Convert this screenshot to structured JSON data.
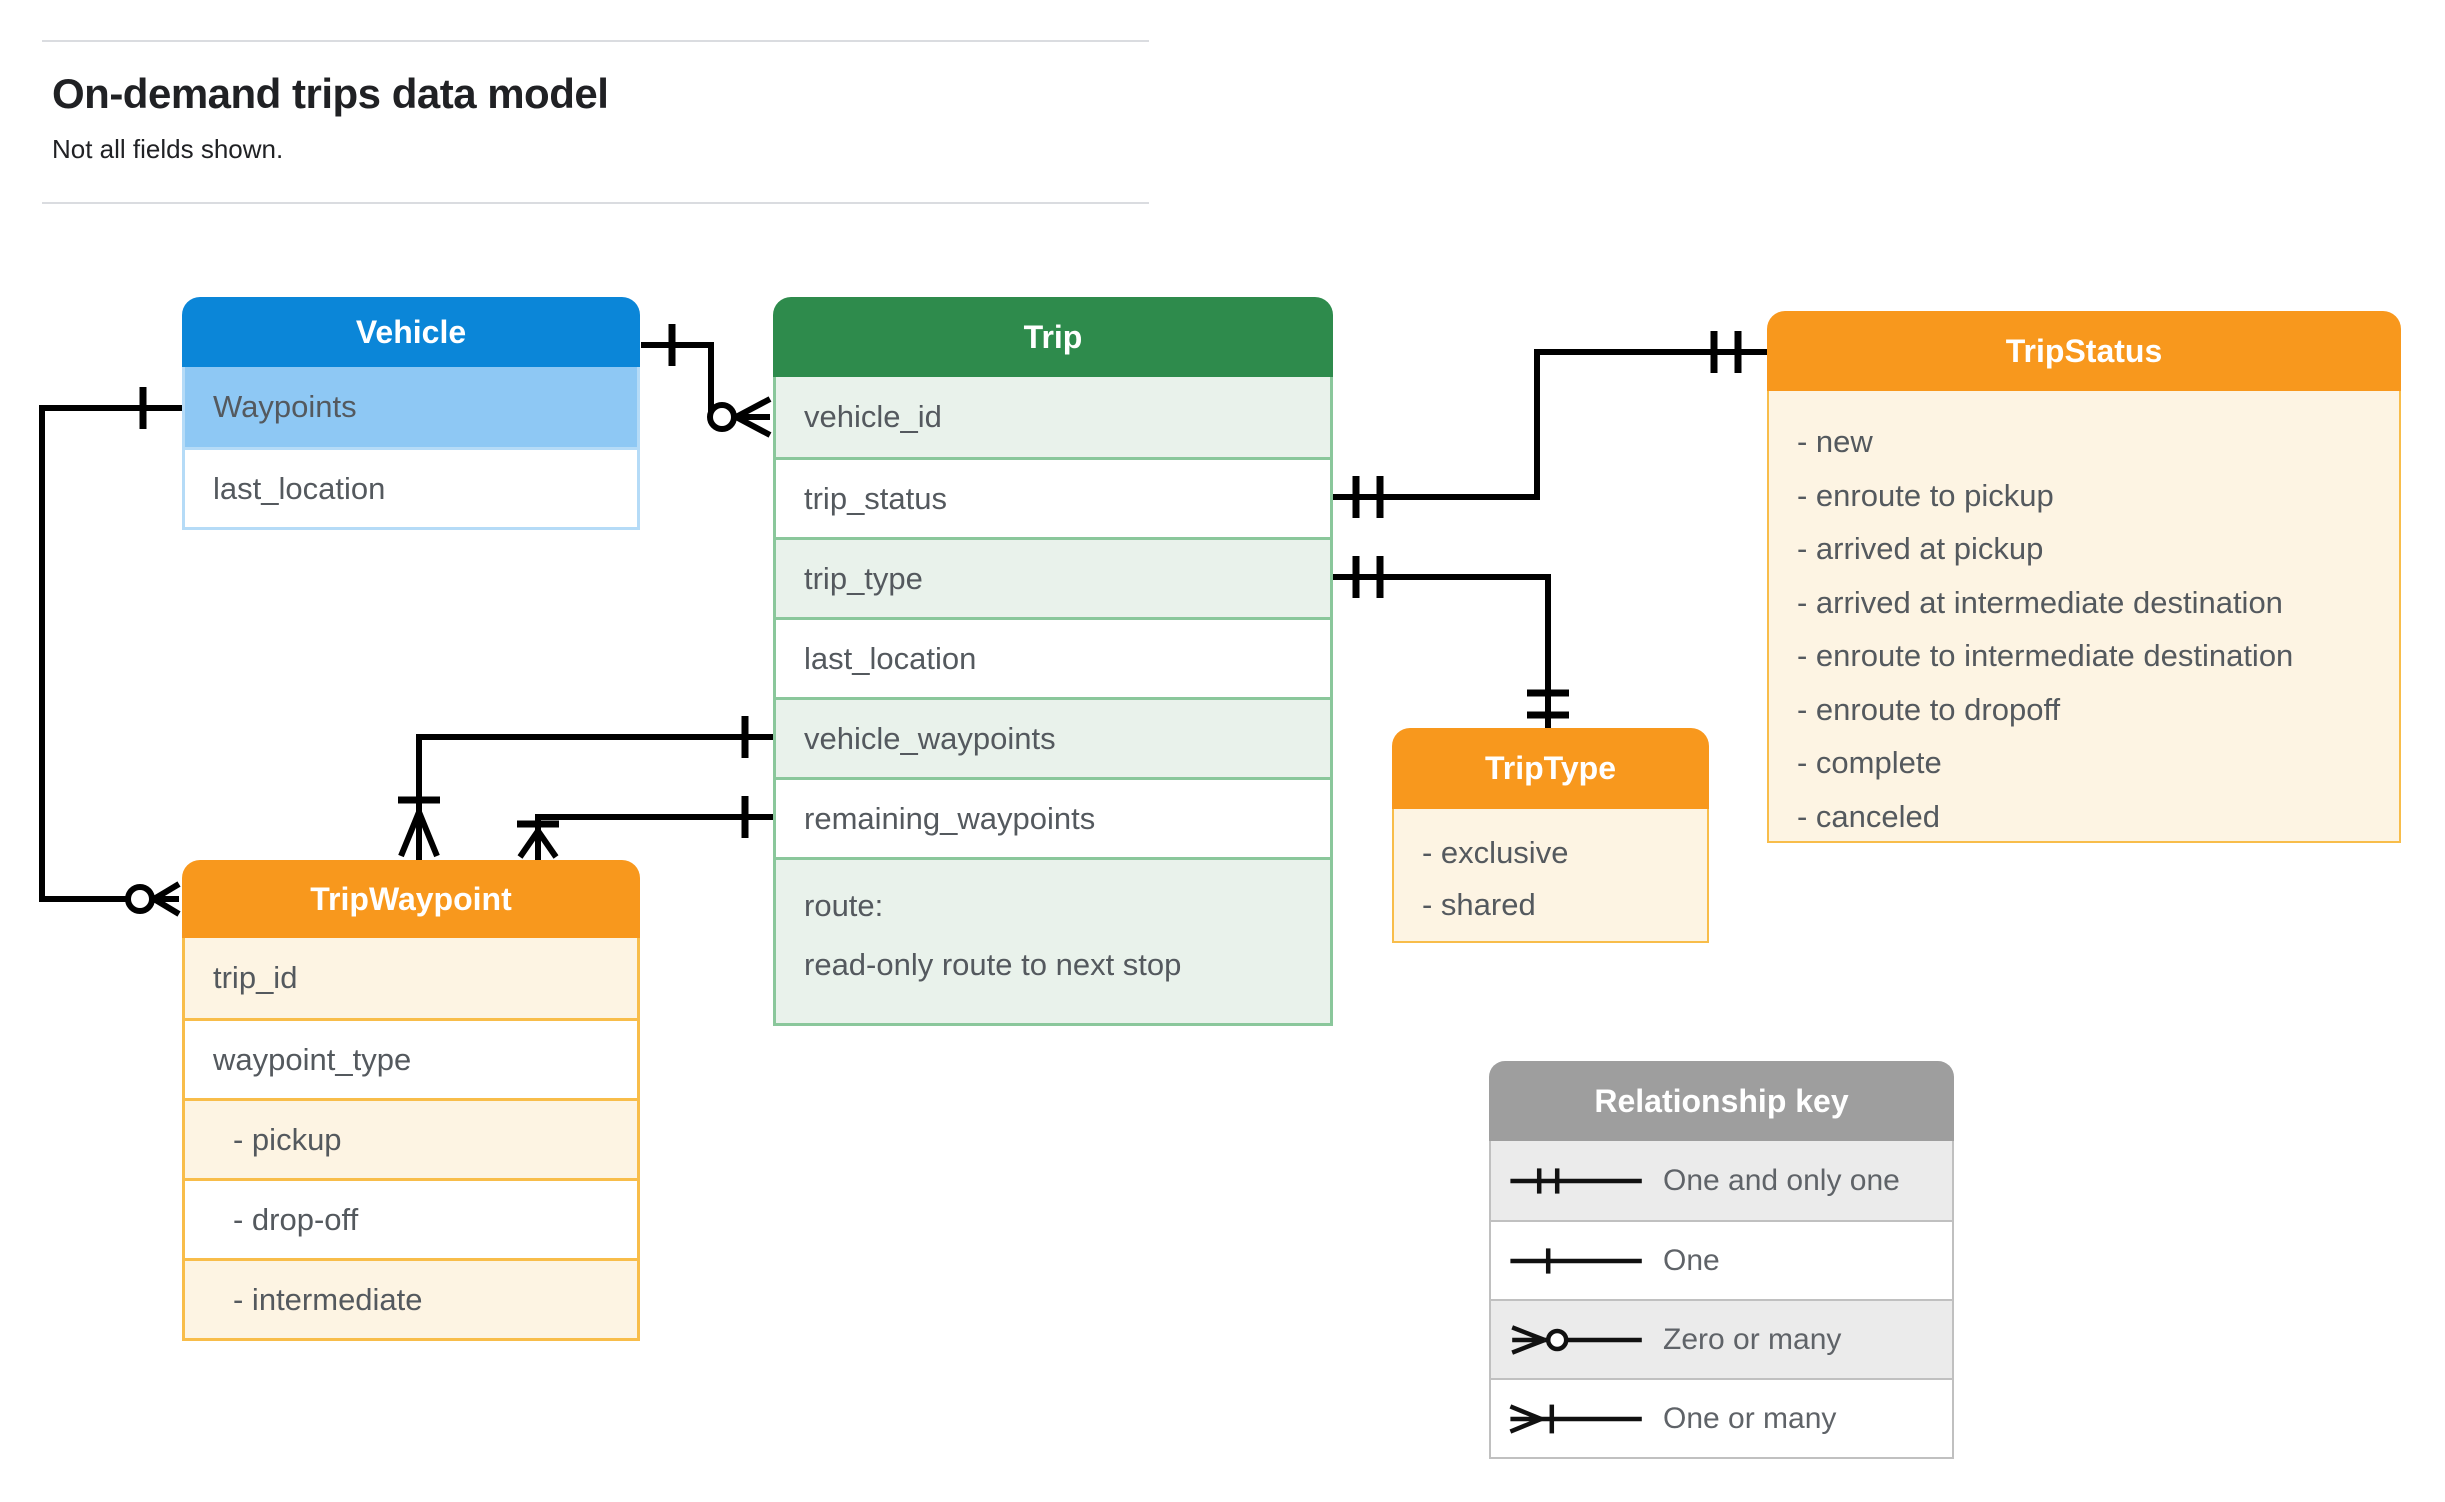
{
  "header": {
    "title": "On-demand trips data model",
    "subtitle": "Not all fields shown."
  },
  "tables": {
    "vehicle": {
      "title": "Vehicle",
      "rows": [
        {
          "label": "Waypoints",
          "highlight": true
        },
        {
          "label": "last_location",
          "highlight": false
        }
      ]
    },
    "trip": {
      "title": "Trip",
      "rows": [
        {
          "label": "vehicle_id"
        },
        {
          "label": "trip_status"
        },
        {
          "label": "trip_type"
        },
        {
          "label": "last_location"
        },
        {
          "label": "vehicle_waypoints"
        },
        {
          "label": "remaining_waypoints"
        },
        {
          "label": "route:",
          "note": "read-only route to next stop"
        }
      ]
    },
    "tripstatus": {
      "title": "TripStatus",
      "items": [
        "- new",
        "- enroute to pickup",
        "- arrived at pickup",
        "- arrived at intermediate destination",
        "- enroute to intermediate destination",
        "- enroute to dropoff",
        "- complete",
        "- canceled"
      ]
    },
    "triptype": {
      "title": "TripType",
      "items": [
        "- exclusive",
        "- shared"
      ]
    },
    "tripwaypoint": {
      "title": "TripWaypoint",
      "rows": [
        {
          "label": "trip_id"
        },
        {
          "label": "waypoint_type"
        },
        {
          "label": "- pickup",
          "indent": true
        },
        {
          "label": "- drop-off",
          "indent": true
        },
        {
          "label": "- intermediate",
          "indent": true
        }
      ]
    }
  },
  "legend": {
    "title": "Relationship key",
    "rows": [
      {
        "symbol": "one-and-only-one",
        "label": "One and only one"
      },
      {
        "symbol": "one",
        "label": "One"
      },
      {
        "symbol": "zero-or-many",
        "label": "Zero or many"
      },
      {
        "symbol": "one-or-many",
        "label": "One or many"
      }
    ]
  },
  "relationships": [
    {
      "from": "Vehicle",
      "to": "Trip.vehicle_id",
      "from_cardinality": "one",
      "to_cardinality": "zero-or-many"
    },
    {
      "from": "Vehicle.Waypoints",
      "to": "TripWaypoint",
      "from_cardinality": "one",
      "to_cardinality": "zero-or-many"
    },
    {
      "from": "Trip.trip_status",
      "to": "TripStatus",
      "from_cardinality": "one-and-only-one",
      "to_cardinality": "one-and-only-one"
    },
    {
      "from": "Trip.trip_type",
      "to": "TripType",
      "from_cardinality": "one-and-only-one",
      "to_cardinality": "one-and-only-one"
    },
    {
      "from": "Trip.vehicle_waypoints",
      "to": "TripWaypoint",
      "from_cardinality": "one",
      "to_cardinality": "one-or-many"
    },
    {
      "from": "Trip.remaining_waypoints",
      "to": "TripWaypoint",
      "from_cardinality": "one",
      "to_cardinality": "one-or-many"
    }
  ],
  "colors": {
    "blue_header": "#0b86d8",
    "blue_row": "#8ec8f4",
    "blue_border": "#b5dbf7",
    "green_header": "#2e8b4c",
    "green_row": "#e9f2eb",
    "green_border": "#8ac79b",
    "orange_header": "#f8981d",
    "cream_row": "#fdf4e3",
    "orange_border": "#f8bd4a",
    "grey_header": "#9e9e9e",
    "grey_row": "#ebebeb",
    "grey_border": "#c0c0c0",
    "text": "#54595e",
    "heading_text": "#202124",
    "line": "#000000"
  }
}
